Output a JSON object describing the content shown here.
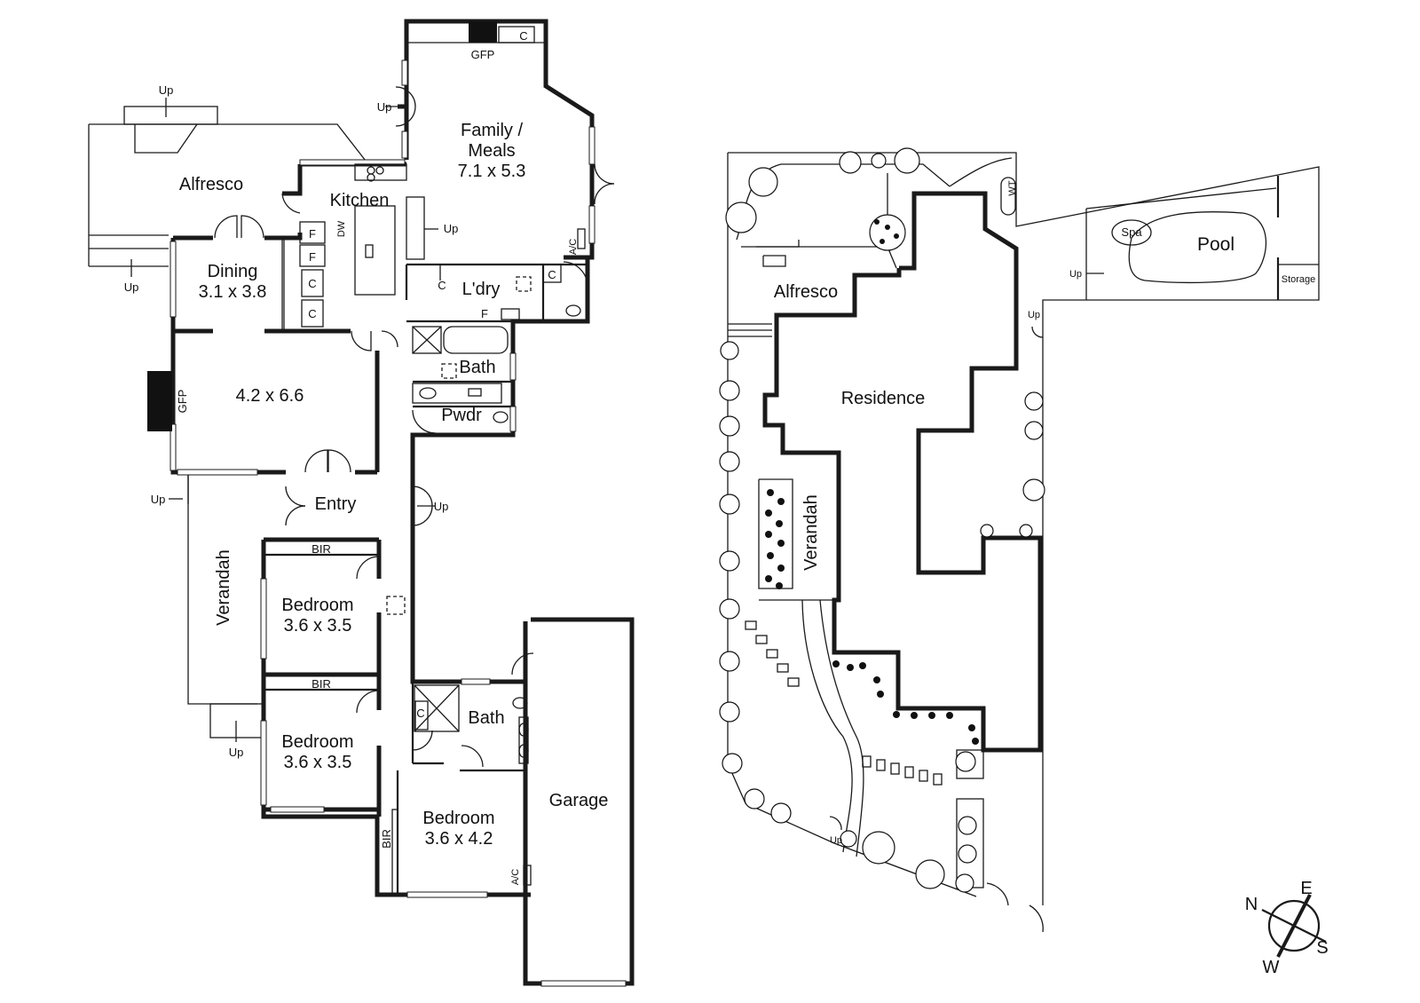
{
  "rooms": {
    "family_name": "Family /",
    "family_name2": "Meals",
    "family_size": "7.1 x 5.3",
    "kitchen": "Kitchen",
    "alfresco": "Alfresco",
    "dining": "Dining",
    "dining_size": "3.1 x 3.8",
    "living_size": "4.2 x 6.6",
    "laundry": "L'dry",
    "bath": "Bath",
    "powder": "Pwdr",
    "entry": "Entry",
    "verandah": "Verandah",
    "bedroom": "Bedroom",
    "bedroom1_size": "3.6 x 3.5",
    "bedroom2_size": "3.6 x 3.5",
    "bedroom3_size": "3.6 x 4.2",
    "garage": "Garage",
    "bir": "BIR"
  },
  "fixtures": {
    "gfp": "GFP",
    "c": "C",
    "f": "F",
    "dw": "DW",
    "ac": "A/C",
    "up": "Up",
    "wt": "WT"
  },
  "site": {
    "alfresco": "Alfresco",
    "residence": "Residence",
    "verandah": "Verandah",
    "spa": "Spa",
    "pool": "Pool",
    "storage": "Storage",
    "up": "Up"
  },
  "compass": {
    "n": "N",
    "e": "E",
    "s": "S",
    "w": "W"
  }
}
